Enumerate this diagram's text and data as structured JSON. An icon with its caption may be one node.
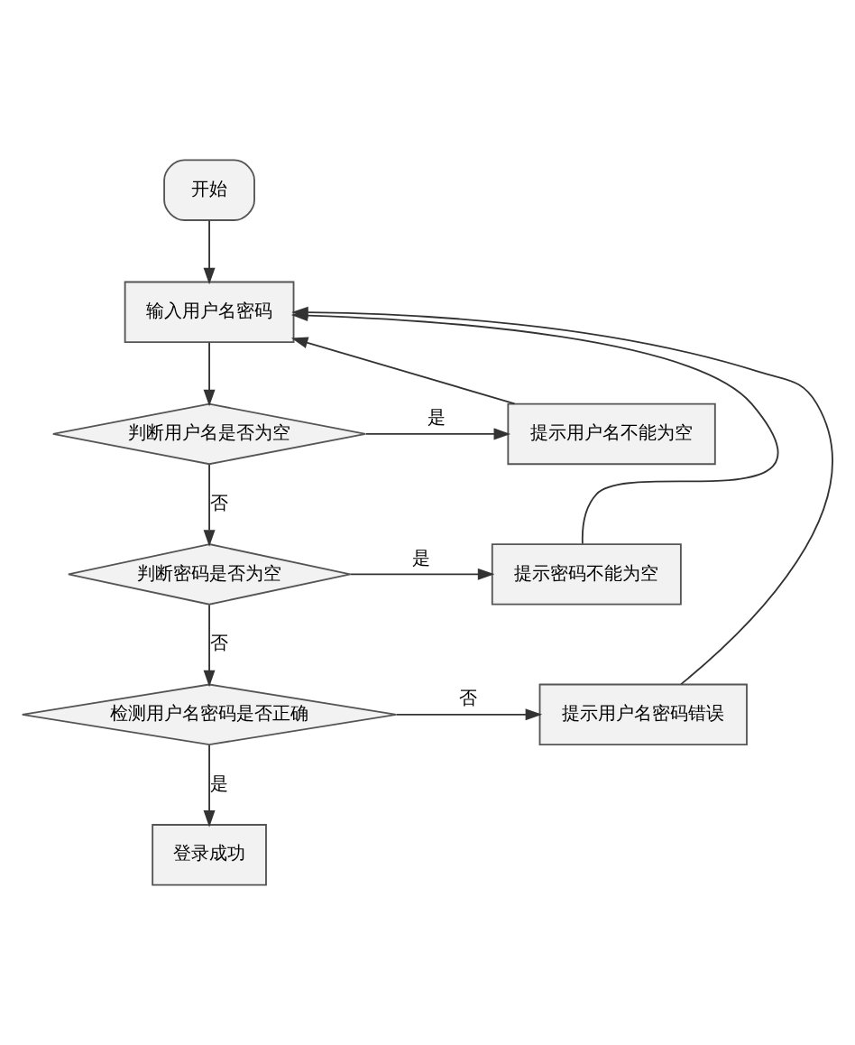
{
  "diagram": {
    "nodes": [
      {
        "text": [
          "开始"
        ]
      },
      {
        "text": [
          "输入用户名密码"
        ]
      },
      {
        "text": [
          "判断用户名是否为空"
        ]
      },
      {
        "text": [
          "提示用户名不能为空"
        ]
      },
      {
        "text": [
          "判断密码是否为空"
        ]
      },
      {
        "text": [
          "提示密码不能为空"
        ]
      },
      {
        "text": [
          "检测用户名密码是否正确"
        ]
      },
      {
        "text": [
          "提示用户名密码错误"
        ]
      },
      {
        "text": [
          "登录成功"
        ]
      }
    ],
    "edges": [
      {
        "from": 0,
        "to": 1,
        "arrow": "to"
      },
      {
        "from": 1,
        "to": 2,
        "arrow": "to"
      },
      {
        "from": 2,
        "to": 3,
        "arrow": "to",
        "label": "是"
      },
      {
        "from": 3,
        "to": 1,
        "arrow": "to"
      },
      {
        "from": 2,
        "to": 4,
        "arrow": "to",
        "label": "否"
      },
      {
        "from": 4,
        "to": 5,
        "arrow": "to",
        "label": "是"
      },
      {
        "from": 5,
        "to": 1,
        "arrow": "to"
      },
      {
        "from": 4,
        "to": 6,
        "arrow": "to",
        "label": "否"
      },
      {
        "from": 6,
        "to": 7,
        "arrow": "to",
        "label": "否"
      },
      {
        "from": 7,
        "to": 1,
        "arrow": "to"
      },
      {
        "from": 6,
        "to": 8,
        "arrow": "to",
        "label": "是"
      }
    ]
  }
}
